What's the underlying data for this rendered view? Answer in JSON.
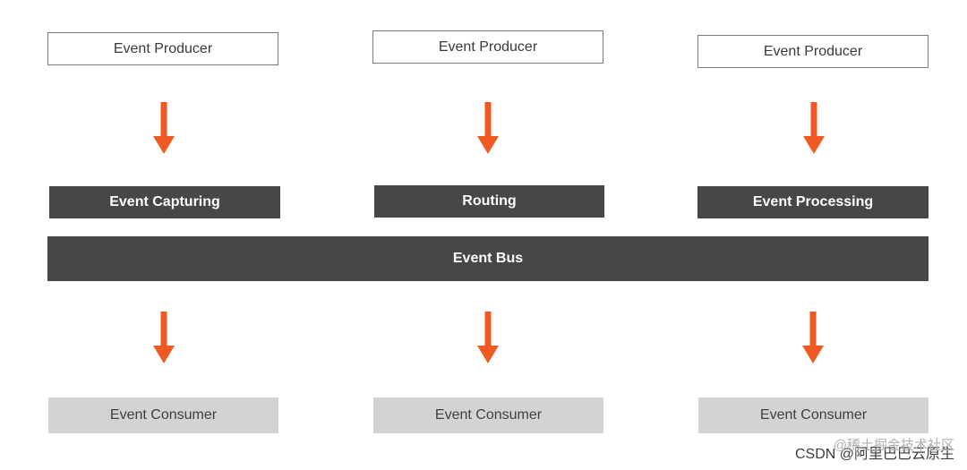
{
  "producers": [
    {
      "label": "Event Producer"
    },
    {
      "label": "Event Producer"
    },
    {
      "label": "Event Producer"
    }
  ],
  "stages": [
    {
      "label": "Event Capturing"
    },
    {
      "label": "Routing"
    },
    {
      "label": "Event Processing"
    }
  ],
  "bus": {
    "label": "Event Bus"
  },
  "consumers": [
    {
      "label": "Event Consumer"
    },
    {
      "label": "Event Consumer"
    },
    {
      "label": "Event Consumer"
    }
  ],
  "watermark": {
    "top": "@稀土掘金技术社区",
    "bottom": "CSDN @阿里巴巴云原生"
  },
  "colors": {
    "arrow": "#f05a22",
    "dark_box": "#474747",
    "consumer_box": "#d3d3d3"
  }
}
